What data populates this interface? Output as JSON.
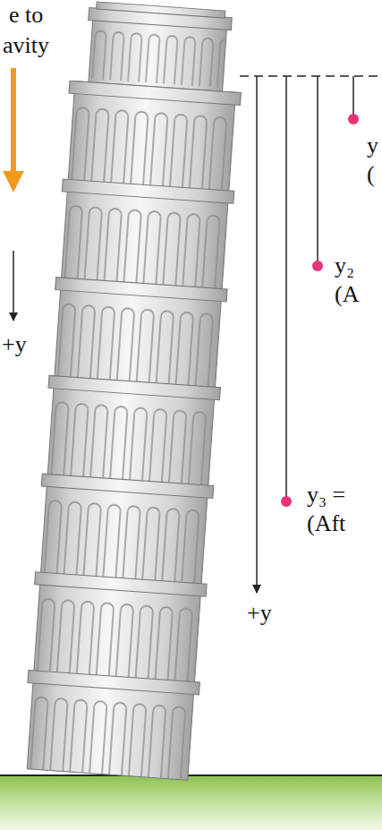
{
  "diagram": {
    "labels": [
      "e to",
      "avity",
      "+y",
      "y",
      "(",
      "y₂",
      "(A",
      "y₃ =",
      "(Aft",
      "+y"
    ]
  }
}
